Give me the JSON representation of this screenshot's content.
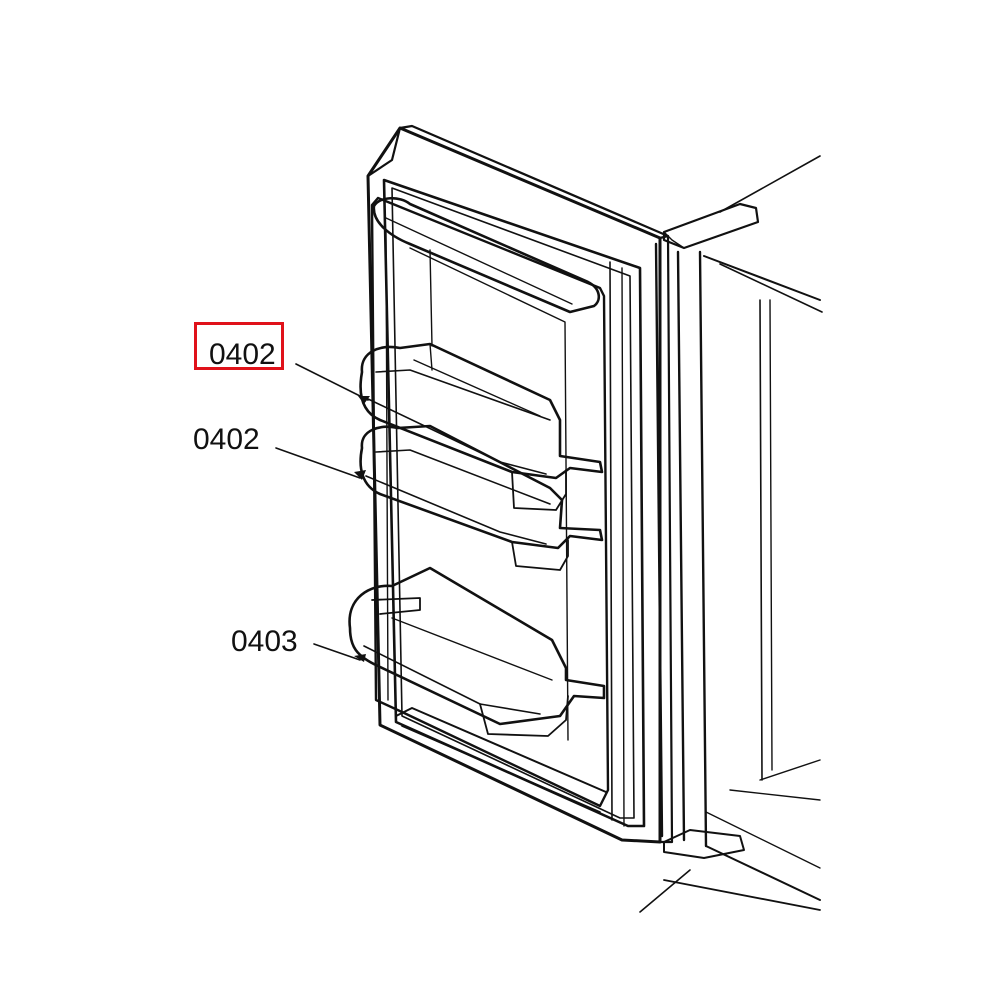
{
  "diagram": {
    "labels": [
      {
        "id": "part-0402-highlighted",
        "text": "0402",
        "highlighted": true
      },
      {
        "id": "part-0402",
        "text": "0402",
        "highlighted": false
      },
      {
        "id": "part-0403",
        "text": "0403",
        "highlighted": false
      }
    ],
    "colors": {
      "highlight": "#e0121a",
      "line": "#111111",
      "background": "#ffffff"
    }
  }
}
